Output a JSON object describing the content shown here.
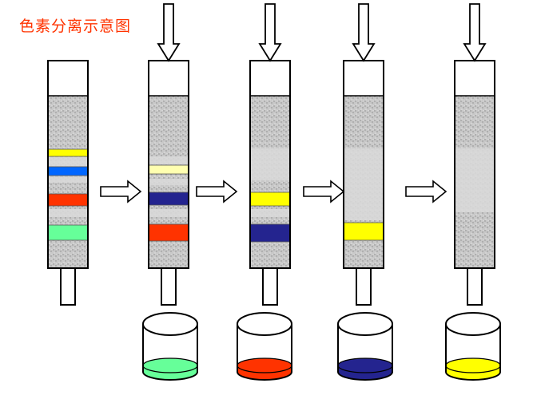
{
  "title": "色素分离示意图",
  "colors": {
    "title_text": "#ff3300",
    "outline": "#000000",
    "packing": "#c8c8c8",
    "packing_speckle": "#8a8a8a",
    "yellow": "#ffff00",
    "pale_yellow": "#ffffb0",
    "blue": "#0066ff",
    "navy": "#24248f",
    "red": "#ff3300",
    "green": "#66ff99"
  },
  "columns": [
    {
      "name": "column-1-initial",
      "has_input_arrow": false,
      "bands": [
        "yellow",
        "blue",
        "red",
        "green"
      ]
    },
    {
      "name": "column-2",
      "has_input_arrow": true,
      "bands": [
        "pale_yellow",
        "navy",
        "red"
      ]
    },
    {
      "name": "column-3",
      "has_input_arrow": true,
      "bands": [
        "yellow",
        "navy"
      ]
    },
    {
      "name": "column-4",
      "has_input_arrow": true,
      "bands": [
        "yellow"
      ]
    },
    {
      "name": "column-5",
      "has_input_arrow": true,
      "bands": []
    }
  ],
  "beakers": [
    {
      "name": "beaker-green",
      "liquid": "green"
    },
    {
      "name": "beaker-red",
      "liquid": "red"
    },
    {
      "name": "beaker-navy",
      "liquid": "navy"
    },
    {
      "name": "beaker-yellow",
      "liquid": "yellow"
    }
  ],
  "step_arrows": 4
}
